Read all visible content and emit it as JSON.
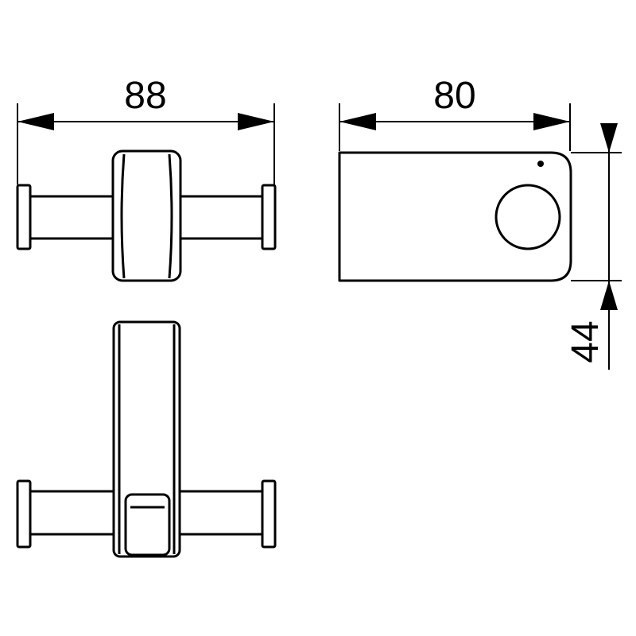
{
  "drawing": {
    "dimensions": {
      "front_width": "88",
      "top_length": "80",
      "top_height": "44"
    },
    "colors": {
      "line": "#000000",
      "background": "#ffffff"
    }
  }
}
